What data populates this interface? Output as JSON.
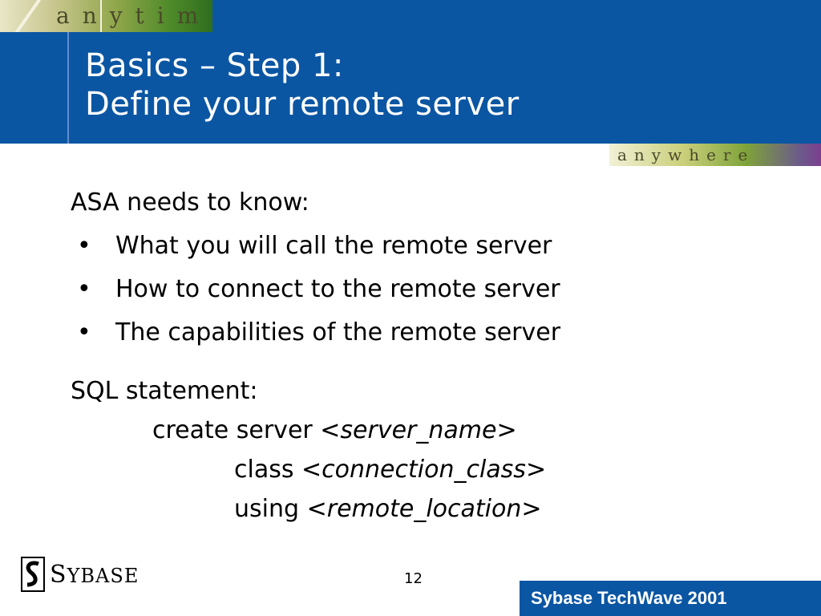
{
  "header": {
    "title_line1": "Basics – Step 1:",
    "title_line2": "Define your remote server",
    "banner_top_text": "anytime",
    "banner_right_text": "anywhere"
  },
  "body": {
    "intro": "ASA needs to know:",
    "bullets": [
      {
        "marker": "•",
        "text": "What you will call the remote server"
      },
      {
        "marker": "•",
        "text": "How to connect to the remote server"
      },
      {
        "marker": "•",
        "text": "The capabilities of the remote server"
      }
    ],
    "sql_heading": "SQL statement:",
    "sql_lines": [
      {
        "keyword": "create server",
        "open": "<",
        "param": "server_name",
        "close": ">"
      },
      {
        "keyword": "class",
        "open": "<",
        "param": "connection_class",
        "close": ">"
      },
      {
        "keyword": "using",
        "open": "<",
        "param": "remote_location",
        "close": ">"
      }
    ]
  },
  "footer": {
    "logo_first": "S",
    "logo_rest": "YBASE",
    "page_number": "12",
    "badge_text": "Sybase TechWave 2001"
  },
  "colors": {
    "header_blue": "#0b56a3",
    "text": "#000000",
    "title_text": "#ffffff"
  }
}
